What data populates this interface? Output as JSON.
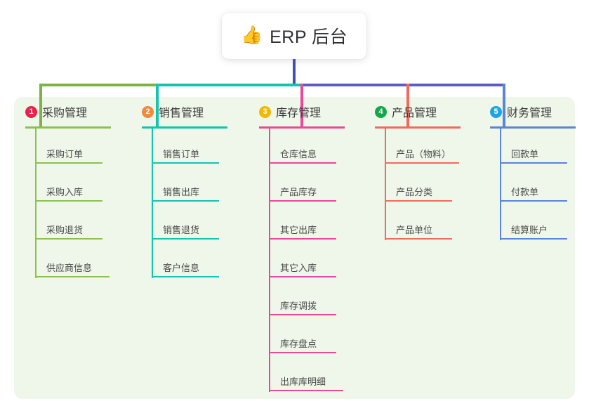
{
  "title": {
    "icon": "thumbs-up-emoji",
    "emoji": "👍",
    "text": "ERP 后台"
  },
  "theme": {
    "page_background": "#ffffff",
    "panel_background": "#eef7e9",
    "card_background": "#ffffff",
    "trunk_color": "#3f51b5",
    "bus_segment_colors": [
      "#7cb342",
      "#14c3b0",
      "#5c5cc8"
    ]
  },
  "columns": [
    {
      "number": "1",
      "title": "采购管理",
      "color": "#8cc152",
      "badge_color": "#e8224a",
      "drop_color": "#7cb342",
      "items": [
        "采购订单",
        "采购入库",
        "采购退货",
        "供应商信息"
      ]
    },
    {
      "number": "2",
      "title": "销售管理",
      "color": "#14c3b0",
      "badge_color": "#f08a3c",
      "drop_color": "#14c3b0",
      "items": [
        "销售订单",
        "销售出库",
        "销售退货",
        "客户信息"
      ]
    },
    {
      "number": "3",
      "title": "库存管理",
      "color": "#ec4899",
      "badge_color": "#f5b800",
      "drop_color": "#ec4899",
      "items": [
        "仓库信息",
        "产品库存",
        "其它出库",
        "其它入库",
        "库存调拨",
        "库存盘点",
        "出库库明细"
      ]
    },
    {
      "number": "4",
      "title": "产品管理",
      "color": "#f4695e",
      "badge_color": "#12a84b",
      "drop_color": "#f4695e",
      "items": [
        "产品（物料）",
        "产品分类",
        "产品单位"
      ]
    },
    {
      "number": "5",
      "title": "财务管理",
      "color": "#5b85d6",
      "badge_color": "#1ca3e8",
      "drop_color": "#5b85d6",
      "items": [
        "回款单",
        "付款单",
        "结算账户"
      ]
    }
  ]
}
